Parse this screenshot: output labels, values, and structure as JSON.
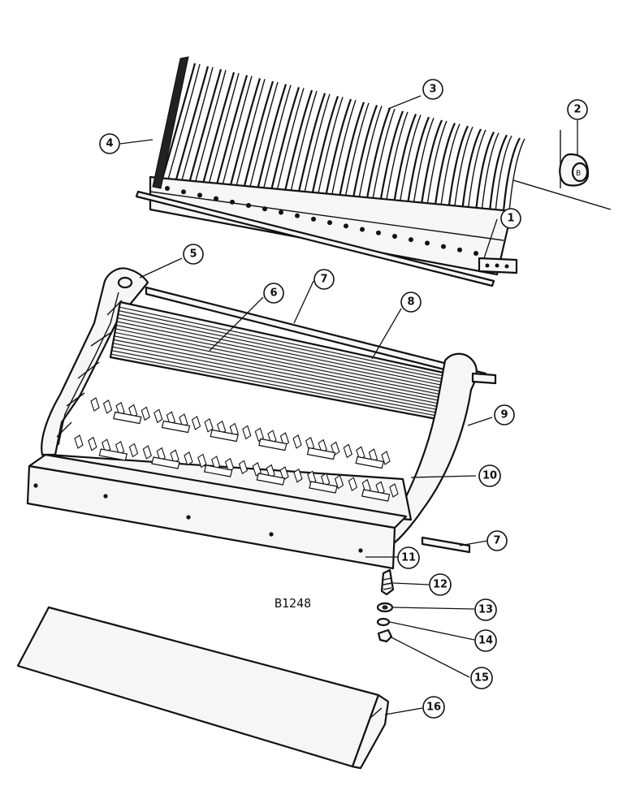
{
  "drawing_code": "B1248",
  "callouts": [
    {
      "id": "c1",
      "label": "1"
    },
    {
      "id": "c2",
      "label": "2"
    },
    {
      "id": "c3",
      "label": "3"
    },
    {
      "id": "c4",
      "label": "4"
    },
    {
      "id": "c5",
      "label": "5"
    },
    {
      "id": "c6",
      "label": "6"
    },
    {
      "id": "c7a",
      "label": "7"
    },
    {
      "id": "c8",
      "label": "8"
    },
    {
      "id": "c9",
      "label": "9"
    },
    {
      "id": "c10",
      "label": "10"
    },
    {
      "id": "c7b",
      "label": "7"
    },
    {
      "id": "c11",
      "label": "11"
    },
    {
      "id": "c12",
      "label": "12"
    },
    {
      "id": "c13",
      "label": "13"
    },
    {
      "id": "c14",
      "label": "14"
    },
    {
      "id": "c15",
      "label": "15"
    },
    {
      "id": "c16",
      "label": "16"
    }
  ]
}
